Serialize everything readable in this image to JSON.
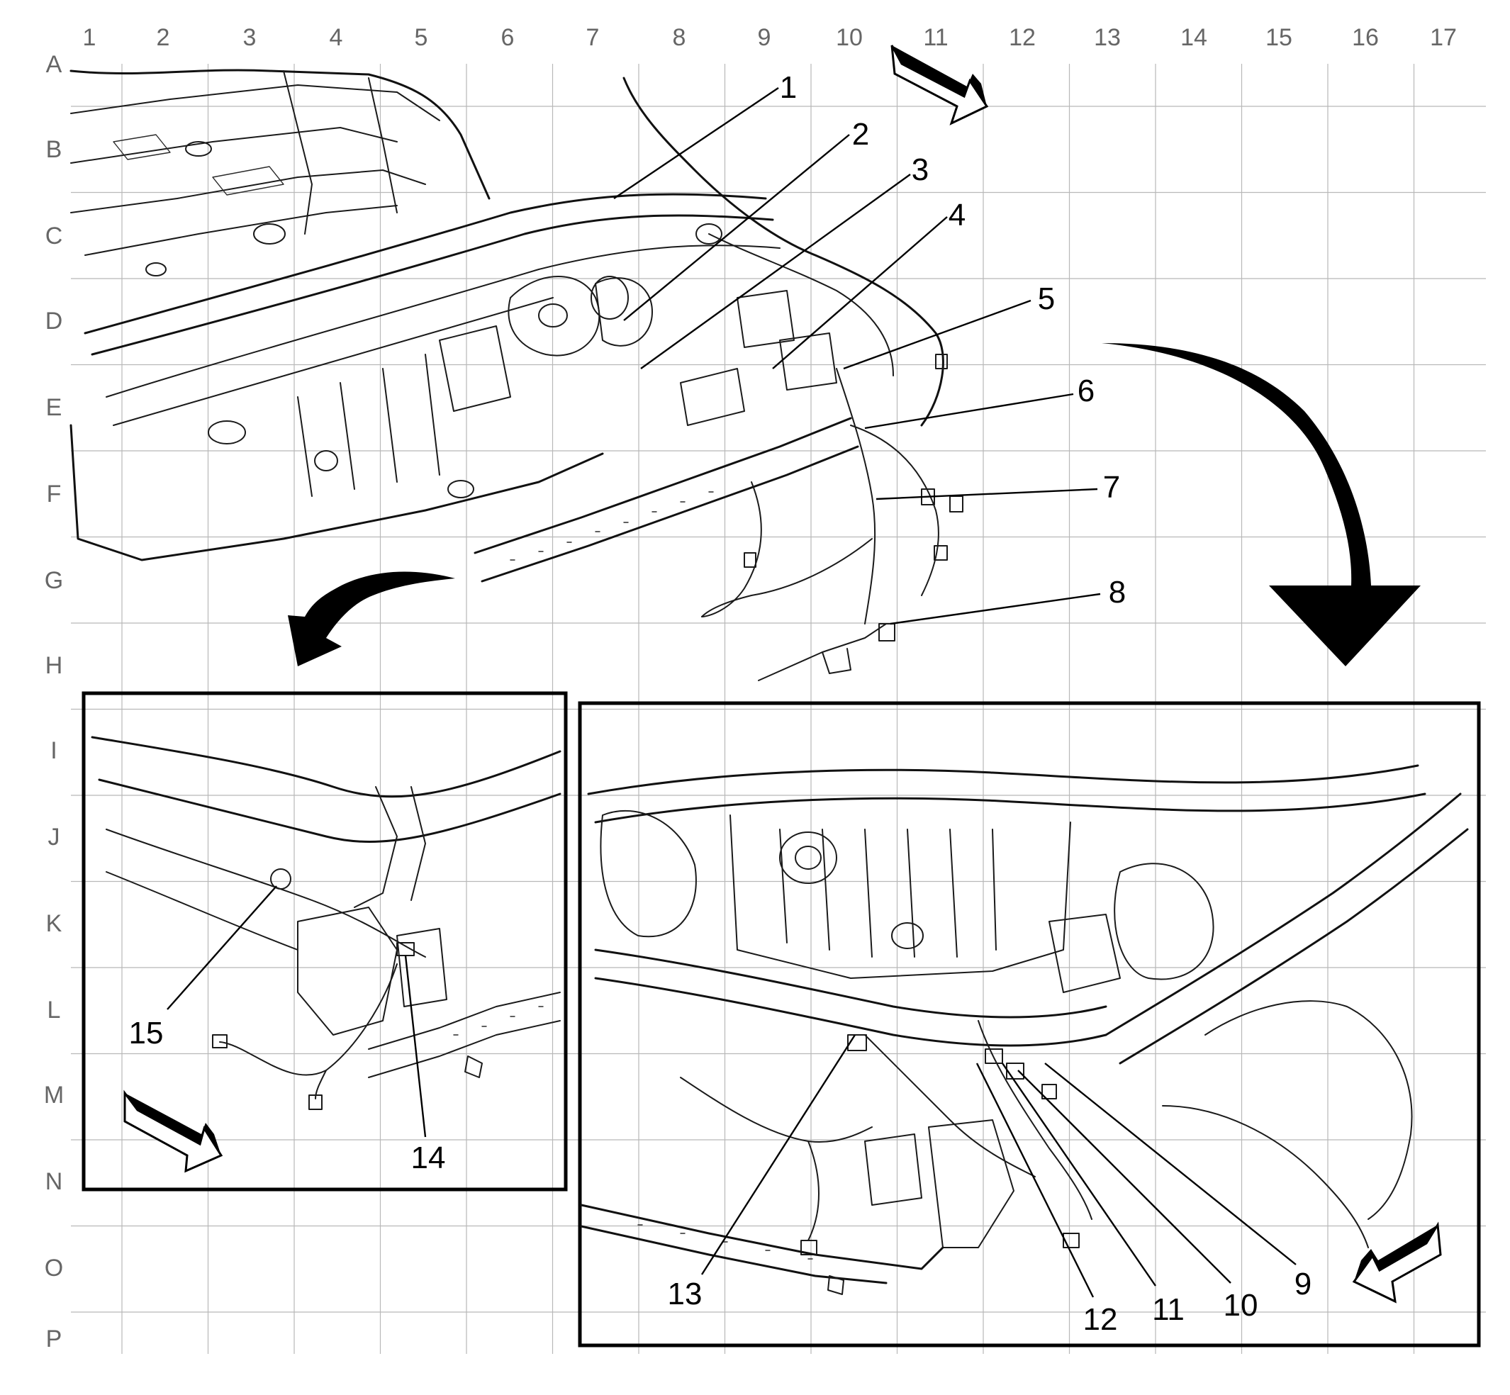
{
  "grid": {
    "columns": [
      "1",
      "2",
      "3",
      "4",
      "5",
      "6",
      "7",
      "8",
      "9",
      "10",
      "11",
      "12",
      "13",
      "14",
      "15",
      "16",
      "17"
    ],
    "rows": [
      "A",
      "B",
      "C",
      "D",
      "E",
      "F",
      "G",
      "H",
      "I",
      "J",
      "K",
      "L",
      "M",
      "N",
      "O",
      "P"
    ]
  },
  "callouts": [
    "1",
    "2",
    "3",
    "4",
    "5",
    "6",
    "7",
    "8",
    "9",
    "10",
    "11",
    "12",
    "13",
    "14",
    "15"
  ],
  "colors": {
    "grid": "#b8b8b8",
    "grid_labels": "#666666",
    "lineart": "#1a1a1a",
    "callouts": "#000000",
    "background": "#ffffff"
  },
  "icons": [
    "direction-arrow-icon",
    "curved-arrow-icon"
  ]
}
